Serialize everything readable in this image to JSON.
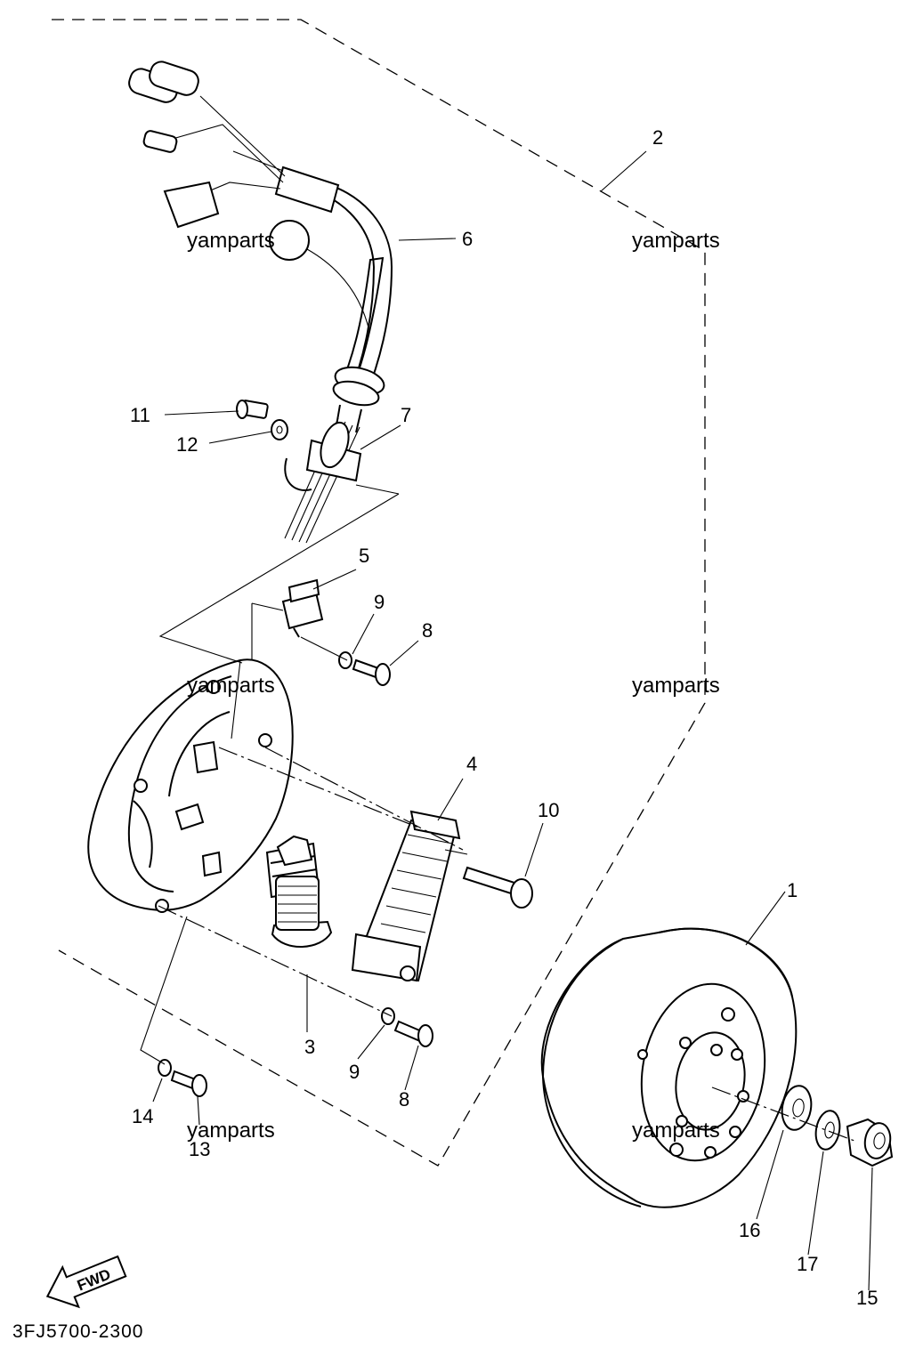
{
  "diagram": {
    "callouts": {
      "p1": "1",
      "p2": "2",
      "p3": "3",
      "p4": "4",
      "p5": "5",
      "p6": "6",
      "p7": "7",
      "p8a": "8",
      "p8b": "8",
      "p9a": "9",
      "p9b": "9",
      "p10": "10",
      "p11": "11",
      "p12": "12",
      "p13": "13",
      "p14": "14",
      "p15": "15",
      "p16": "16",
      "p17": "17"
    },
    "watermark": "yamparts",
    "fwd_label": "FWD",
    "part_code": "3FJ5700-2300"
  }
}
